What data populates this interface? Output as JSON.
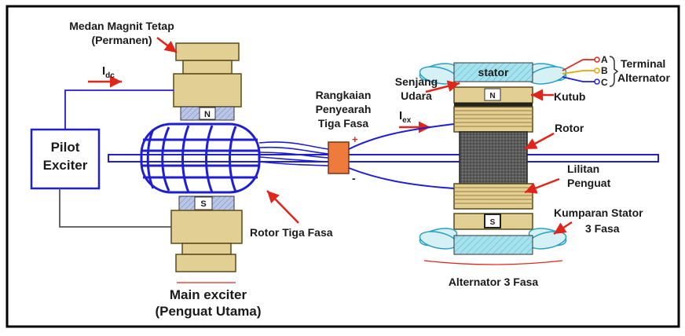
{
  "labels": {
    "permanent_field_1": "Medan Magnit Tetap",
    "permanent_field_2": "(Permanen)",
    "idc_main": "I",
    "idc_sub": "dc",
    "pilot_1": "Pilot",
    "pilot_2": "Exciter",
    "pole_n": "N",
    "pole_s": "S",
    "rotor_three_phase": "Rotor Tiga Fasa",
    "main_exciter_1": "Main exciter",
    "main_exciter_2": "(Penguat Utama)",
    "rectifier_1": "Rangkaian",
    "rectifier_2": "Penyearah",
    "rectifier_3": "Tiga Fasa",
    "iex_main": "I",
    "iex_sub": "ex",
    "plus": "+",
    "minus": "-",
    "air_gap_1": "Senjang",
    "air_gap_2": "Udara",
    "stator": "stator",
    "pole_label": "Kutub",
    "rotor": "Rotor",
    "field_winding_1": "Lilitan",
    "field_winding_2": "Penguat",
    "stator_coil_1": "Kumparan Stator",
    "stator_coil_2": "3 Fasa",
    "alternator": "Alternator 3 Fasa",
    "terminal_1": "Terminal",
    "terminal_2": "Alternator",
    "phase_a": "A",
    "phase_b": "B",
    "phase_c": "C"
  },
  "colors": {
    "frame": "#000000",
    "winding_blue": "#1f1fd0",
    "pole_tan": "#e2cf94",
    "pole_stroke": "#5a4a1a",
    "stator_cyan": "#9ee0ec",
    "rotor_gray": "#5c5c5c",
    "arrow_red": "#e0251b",
    "rectifier_orange": "#ee7a3c",
    "coil_pink": "#f0c8c8"
  }
}
